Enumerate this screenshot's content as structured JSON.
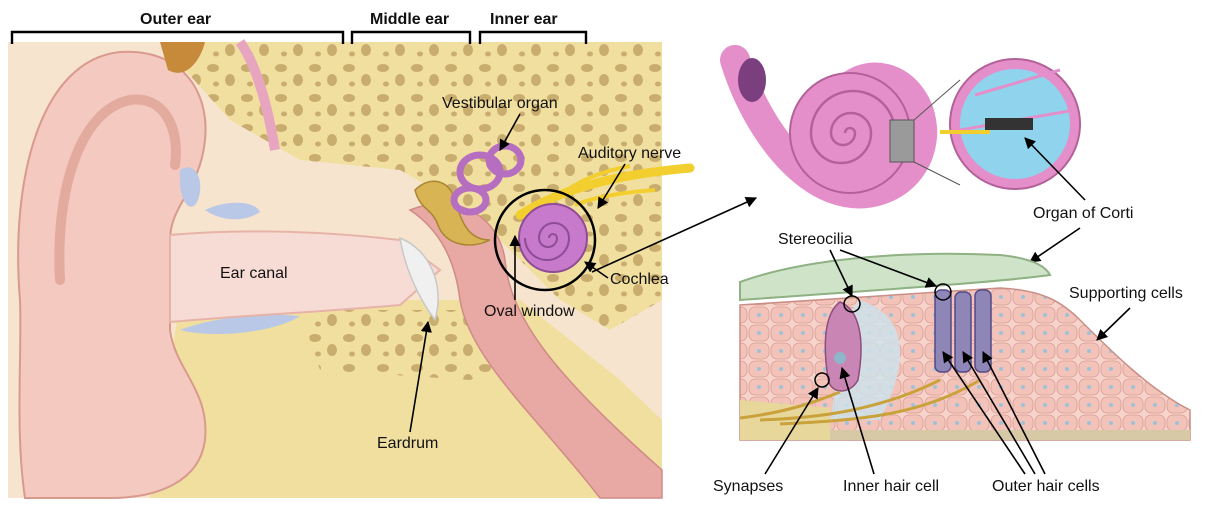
{
  "sections": {
    "outer_ear": "Outer ear",
    "middle_ear": "Middle ear",
    "inner_ear": "Inner ear"
  },
  "labels": {
    "vestibular_organ": "Vestibular organ",
    "auditory_nerve": "Auditory nerve",
    "ear_canal": "Ear canal",
    "cochlea": "Cochlea",
    "oval_window": "Oval window",
    "eardrum": "Eardrum",
    "organ_of_corti": "Organ of Corti",
    "stereocilia": "Stereocilia",
    "supporting_cells": "Supporting cells",
    "synapses": "Synapses",
    "inner_hair_cell": "Inner hair cell",
    "outer_hair_cells": "Outer hair cells"
  },
  "colors": {
    "skin": "#f4c9c0",
    "bone": "#f1dfa0",
    "bone_pore": "#c9ad6e",
    "inner_ear": "#b66fc0",
    "nerve": "#f2cf2e",
    "canal": "#f7dcd6",
    "cochlea_pink": "#e58fca",
    "corti_blue": "#8fd3ec",
    "tectorial": "#cfe3c8",
    "hair_cell": "#8f86b8"
  }
}
